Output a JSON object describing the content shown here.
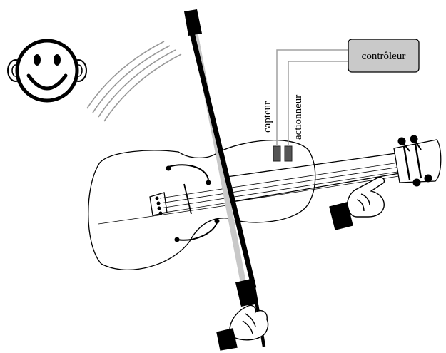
{
  "diagram": {
    "labels": {
      "controller": "contrôleur",
      "sensor": "capteur",
      "actuator": "actionneur"
    },
    "colors": {
      "ink": "#000000",
      "controller_fill": "#c9c9c9",
      "bow_hair": "#c8c8c8",
      "pickup": "#555555",
      "wire": "#a0a0a0",
      "sound_waves": "#9a9a9a"
    },
    "icons": [
      "smiley-face-icon",
      "pointing-hand-icon",
      "bow-hand-icon"
    ]
  }
}
